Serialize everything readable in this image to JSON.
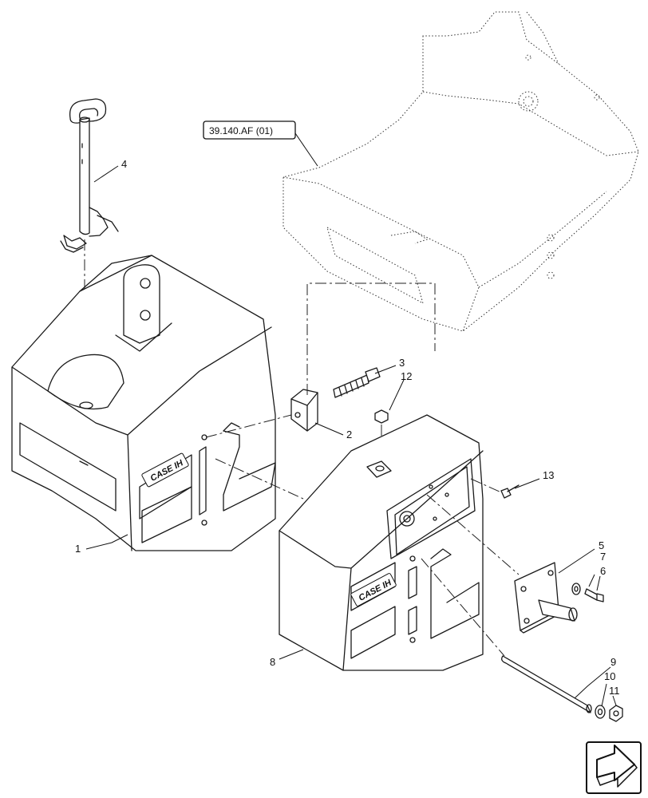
{
  "reference": {
    "label": "39.140.AF (01)"
  },
  "brand": {
    "logo": "CASE IH"
  },
  "callouts": [
    "1",
    "2",
    "3",
    "4",
    "5",
    "6",
    "7",
    "8",
    "9",
    "10",
    "11",
    "12",
    "13"
  ],
  "navigation": {
    "icon": "next-page-arrow-icon"
  }
}
